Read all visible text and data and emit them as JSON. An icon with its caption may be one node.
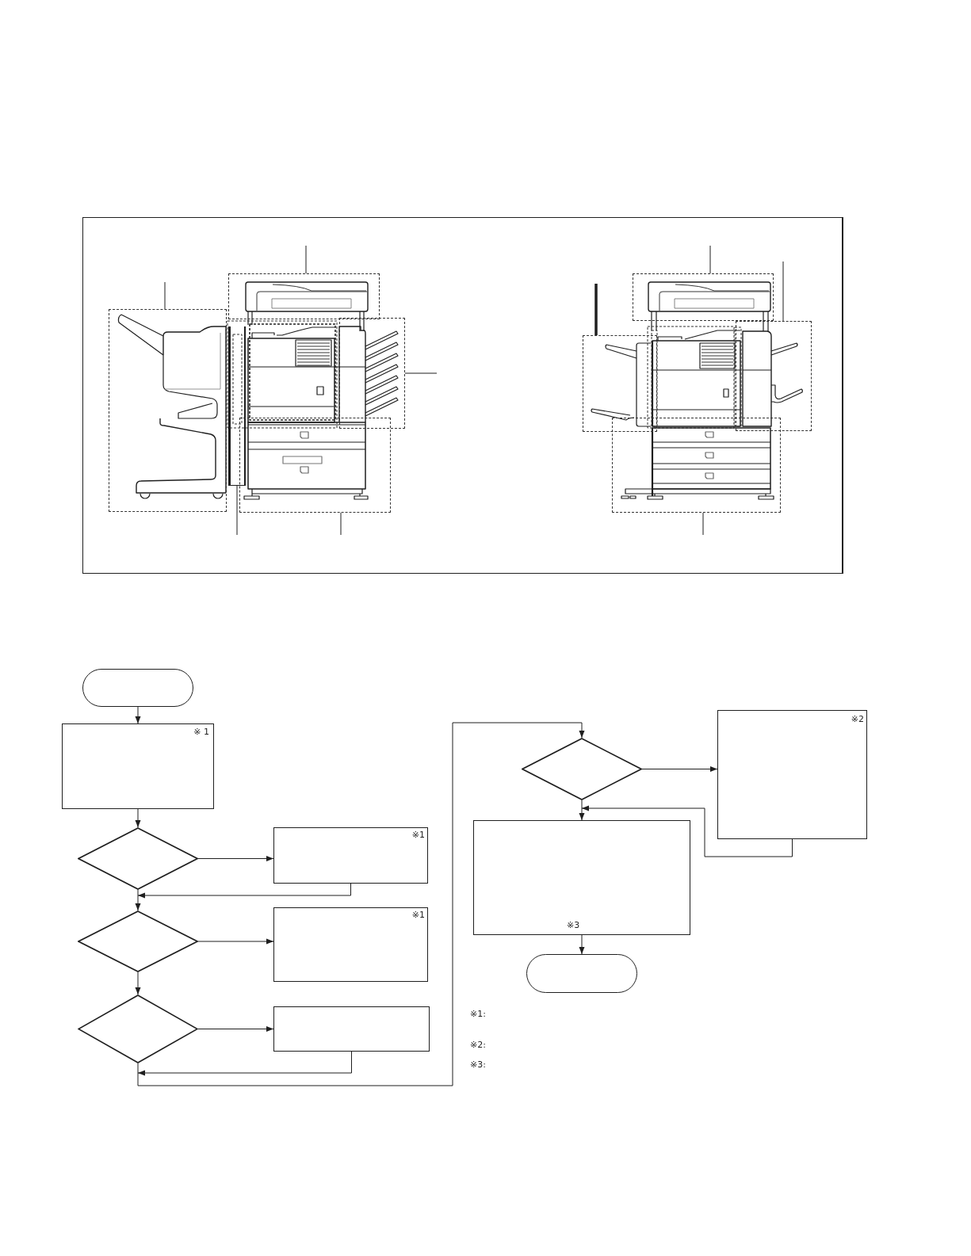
{
  "diagram": {
    "nodes": [
      {
        "text": [],
        "shape": "box"
      },
      {
        "text": [],
        "shape": "box"
      },
      {
        "text": [],
        "shape": "box"
      },
      {
        "text": [],
        "shape": "bar"
      },
      {
        "text": [],
        "shape": "box"
      },
      {
        "text": [],
        "shape": "box"
      },
      {
        "text": [],
        "shape": "box"
      },
      {
        "text": [],
        "shape": "box"
      },
      {
        "text": [],
        "shape": "box"
      },
      {
        "text": [],
        "shape": "capsule"
      },
      {
        "text": [
          "※ 1"
        ]
      },
      {
        "text": [],
        "shape": "diamond"
      },
      {
        "text": [
          "※1"
        ]
      },
      {
        "text": [],
        "shape": "diamond"
      },
      {
        "text": [
          "※1"
        ]
      },
      {
        "text": [],
        "shape": "diamond"
      },
      {
        "text": [],
        "shape": "box"
      },
      {
        "text": [],
        "shape": "diamond"
      },
      {
        "text": [
          "※2"
        ]
      },
      {
        "text": [
          "※3"
        ]
      },
      {
        "text": [],
        "shape": "capsule"
      }
    ],
    "edges": [
      {
        "from": null,
        "to": 0,
        "arrow": "none"
      },
      {
        "from": null,
        "to": 1,
        "arrow": "none"
      },
      {
        "from": null,
        "to": 2,
        "arrow": "none"
      },
      {
        "from": null,
        "to": 3,
        "arrow": "none"
      },
      {
        "from": null,
        "to": 4,
        "arrow": "none"
      },
      {
        "from": null,
        "to": 5,
        "arrow": "none"
      },
      {
        "from": null,
        "to": 6,
        "arrow": "none"
      },
      {
        "from": null,
        "to": 7,
        "arrow": "none",
        "style": "thick"
      },
      {
        "from": null,
        "to": 8,
        "arrow": "none"
      },
      {
        "from": 9,
        "to": 10,
        "arrow": "to"
      },
      {
        "from": 10,
        "to": 11,
        "arrow": "to"
      },
      {
        "from": 11,
        "to": 12,
        "arrow": "to"
      },
      {
        "from": 11,
        "to": 13,
        "arrow": "to"
      },
      {
        "from": 12,
        "to": 13,
        "arrow": "to"
      },
      {
        "from": 13,
        "to": 14,
        "arrow": "to"
      },
      {
        "from": 13,
        "to": 15,
        "arrow": "to"
      },
      {
        "from": 15,
        "to": 16,
        "arrow": "to"
      },
      {
        "from": 15,
        "to": 17,
        "arrow": "to"
      },
      {
        "from": 16,
        "to": 17,
        "arrow": "to"
      },
      {
        "from": 17,
        "to": 18,
        "arrow": "to"
      },
      {
        "from": 17,
        "to": 19,
        "arrow": "to"
      },
      {
        "from": 18,
        "to": 19,
        "arrow": "to"
      },
      {
        "from": 19,
        "to": 20,
        "arrow": "to"
      }
    ],
    "labels": [
      "※1:",
      "※2:",
      "※3:"
    ]
  }
}
